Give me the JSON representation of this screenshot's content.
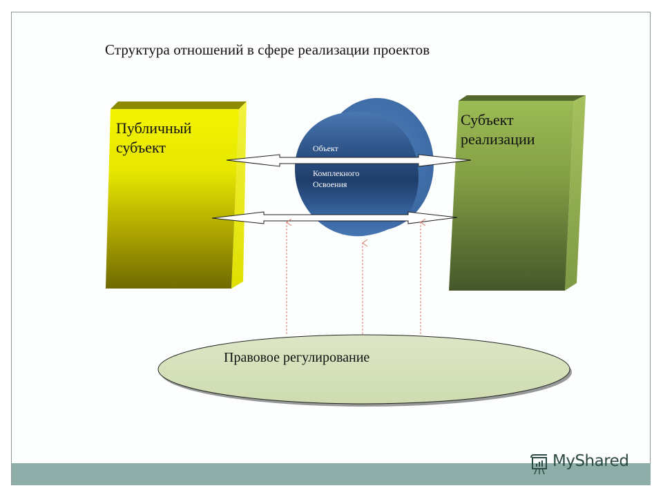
{
  "slide": {
    "title": "Структура отношений в сфере реализации проектов"
  },
  "nodes": {
    "public_subject": {
      "label_line1": "Публичный",
      "label_line2": "субъект",
      "color": "#e8e800"
    },
    "implementation_subject": {
      "label_line1": "Субъект",
      "label_line2": "реализации",
      "color": "#8aa84a"
    },
    "object": {
      "label_line1": "Объект",
      "label_line2": "Комплекного",
      "label_line3": "Освоения",
      "color": "#3a6aa0"
    },
    "legal_regulation": {
      "label": "Правовое регулирование",
      "color": "#d3e0b8"
    }
  },
  "connections": [
    {
      "from": "public_subject",
      "to": "implementation_subject",
      "type": "double-arrow"
    },
    {
      "from": "public_subject",
      "to": "implementation_subject",
      "type": "double-arrow"
    },
    {
      "from": "legal_regulation",
      "to": "relation-1",
      "type": "dashed-arrow",
      "color": "#d9786a"
    },
    {
      "from": "legal_regulation",
      "to": "object",
      "type": "dashed-arrow",
      "color": "#d9786a"
    },
    {
      "from": "legal_regulation",
      "to": "relation-2",
      "type": "dashed-arrow",
      "color": "#d9786a"
    }
  ],
  "footer": {
    "watermark": "MyShared",
    "bar_color": "#8cada8"
  }
}
